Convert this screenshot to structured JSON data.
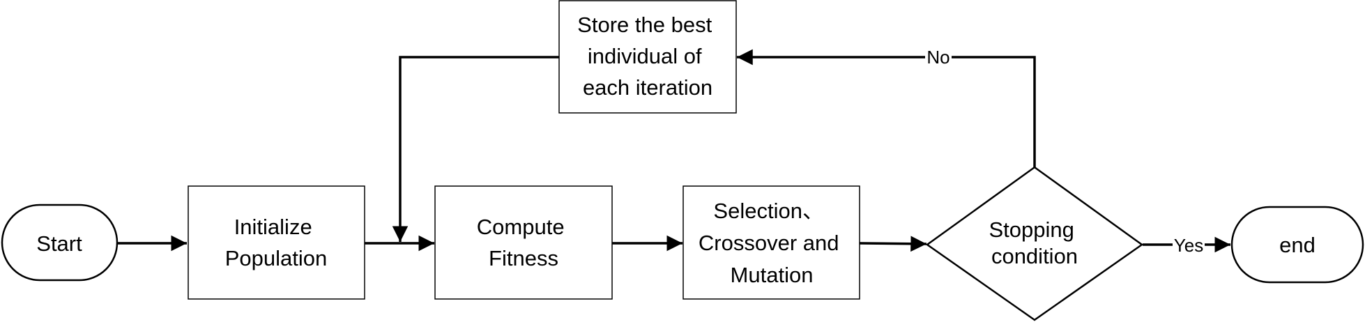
{
  "nodes": {
    "start": {
      "lines": [
        "Start"
      ]
    },
    "init": {
      "lines": [
        "Initialize",
        "Population"
      ]
    },
    "fitness": {
      "lines": [
        "Compute",
        "Fitness"
      ]
    },
    "operators": {
      "lines": [
        "Selection、",
        "Crossover and",
        "Mutation"
      ]
    },
    "stopping": {
      "lines": [
        "Stopping",
        "condition"
      ]
    },
    "end": {
      "lines": [
        "end"
      ]
    },
    "store": {
      "lines": [
        "Store the best",
        "individual of",
        "each iteration"
      ]
    }
  },
  "edges": {
    "no_label": "No",
    "yes_label": "Yes"
  },
  "colors": {
    "stroke": "#000000",
    "fill": "#ffffff",
    "text": "#000000"
  }
}
